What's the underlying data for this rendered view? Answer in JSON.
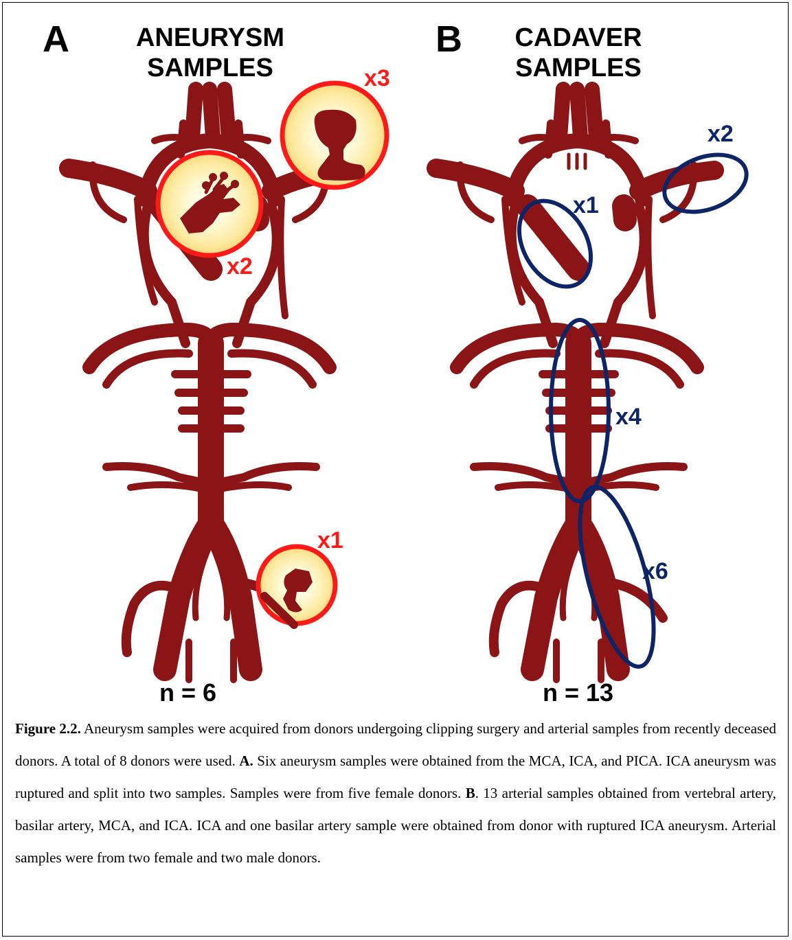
{
  "panel_a": {
    "letter": "A",
    "title_line1": "ANEURYSM",
    "title_line2": "SAMPLES",
    "labels": {
      "mca": "x3",
      "ica": "x2",
      "pica": "x1"
    },
    "n_label": "n = 6"
  },
  "panel_b": {
    "letter": "B",
    "title_line1": "CADAVER",
    "title_line2": "SAMPLES",
    "labels": {
      "mca": "x2",
      "ica": "x1",
      "basilar": "x4",
      "vertebral": "x6"
    },
    "n_label": "n = 13"
  },
  "caption": {
    "figure_label": "Figure 2.2.",
    "intro": " Aneurysm samples were acquired from donors undergoing clipping surgery and arterial samples from recently deceased donors. A total of 8 donors were used. ",
    "a_label": "A.",
    "a_text": " Six aneurysm samples were obtained from the MCA, ICA, and PICA. ICA aneurysm was ruptured and split into two samples. Samples were from five female donors. ",
    "b_label": "B",
    "b_text": ". 13 arterial samples obtained from vertebral artery, basilar artery, MCA, and ICA. ICA and one basilar artery sample were obtained from donor with ruptured ICA aneurysm. Arterial samples were from two female and two male donors."
  },
  "colors": {
    "artery": "#8b1416",
    "aneurysm_circle": "#ff1a1a",
    "cadaver_ellipse": "#0d2466",
    "glow": "#fff3b0"
  }
}
